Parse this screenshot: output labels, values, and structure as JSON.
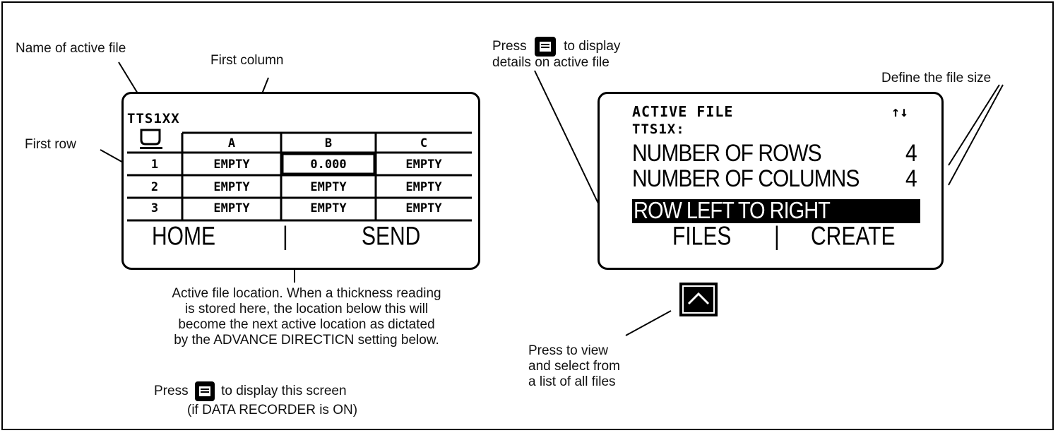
{
  "annotations": {
    "active_file_name": "Name of active file",
    "first_column": "First column",
    "first_row": "First row",
    "active_location": [
      "Active file location. When a thickness reading",
      "is stored here, the location below this will",
      "become the next active location as dictated",
      "by the ADVANCE DIRECTICN setting below."
    ],
    "press_display_screen_a": "Press",
    "press_display_screen_b": "to display this screen",
    "press_display_screen_c": "(if DATA RECORDER is ON)",
    "press_details_a": "Press",
    "press_details_b": "to display",
    "press_details_c": "details on active file",
    "define_file_size": "Define the file size",
    "press_view_files": [
      "Press to view",
      "and select from",
      "a list of all files"
    ]
  },
  "left_screen": {
    "file_name": "TTS1XX",
    "columns": [
      "A",
      "B",
      "C"
    ],
    "rows": [
      {
        "label": "1",
        "cells": [
          "EMPTY",
          "0.000",
          "EMPTY"
        ]
      },
      {
        "label": "2",
        "cells": [
          "EMPTY",
          "EMPTY",
          "EMPTY"
        ]
      },
      {
        "label": "3",
        "cells": [
          "EMPTY",
          "EMPTY",
          "EMPTY"
        ]
      }
    ],
    "softkeys": {
      "left": "HOME",
      "separator": "|",
      "right": "SEND"
    }
  },
  "right_screen": {
    "title": "ACTIVE FILE",
    "scroll_glyph": "↑↓",
    "file_name": "TTS1X:",
    "rows_label": "NUMBER OF ROWS",
    "rows_value": "4",
    "cols_label": "NUMBER OF COLUMNS",
    "cols_value": "4",
    "direction_label": "ROW LEFT TO RIGHT",
    "softkeys": {
      "left": "FILES",
      "separator": "|",
      "right": "CREATE"
    }
  },
  "icons": {
    "menu_key": "menu-lines-icon",
    "up_key": "chevron-up-icon"
  }
}
